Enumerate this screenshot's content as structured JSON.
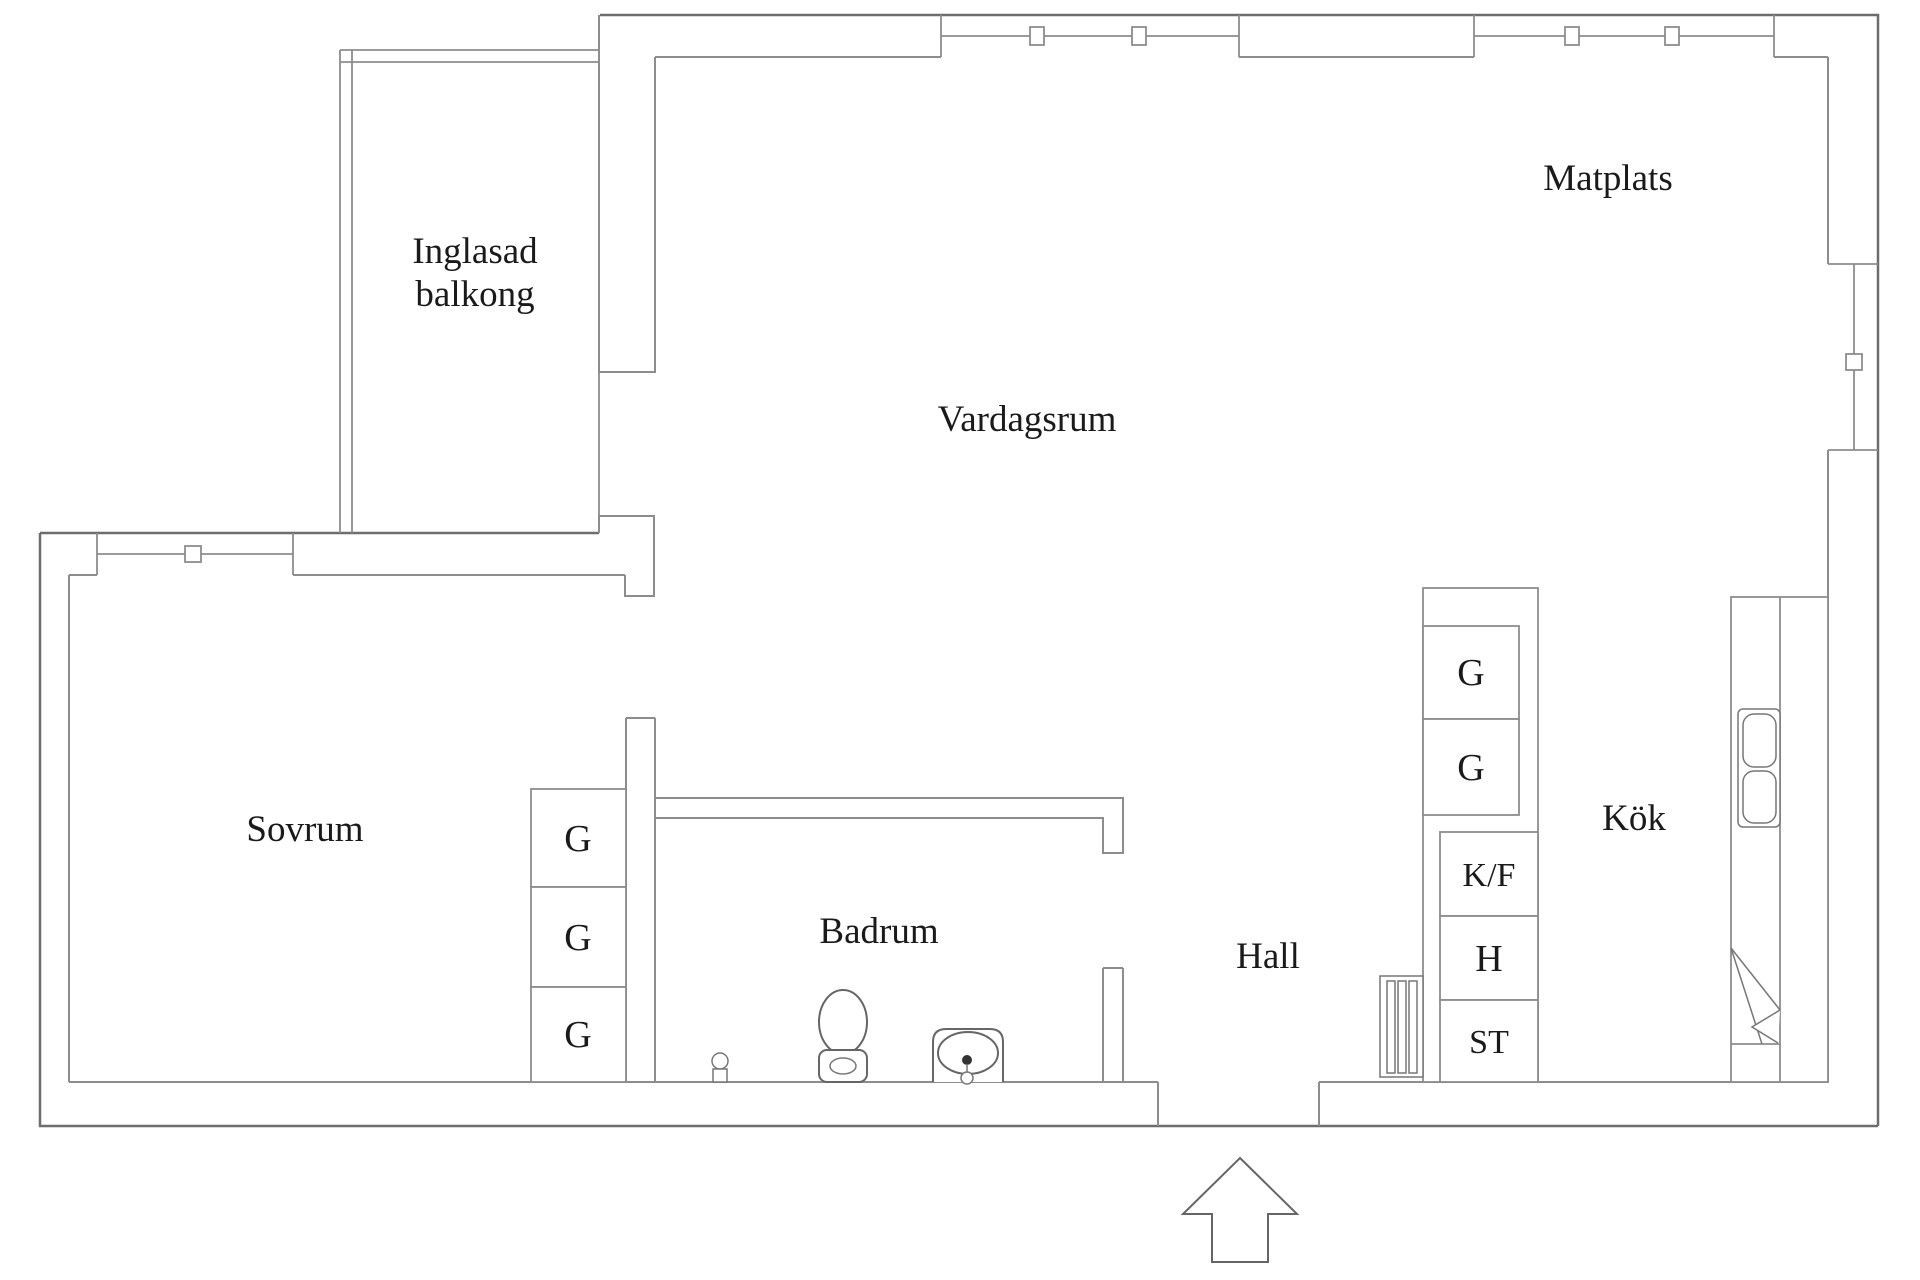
{
  "document": {
    "type": "apartment-floor-plan",
    "language": "Swedish"
  },
  "colors": {
    "background": "#ffffff",
    "outer_wall_line": "#6d6d6d",
    "inner_wall_line": "#8d8d8d",
    "fixture_line": "#666666",
    "text": "#1a1a1a"
  },
  "rooms": {
    "balcony": {
      "label_line1": "Inglasad",
      "label_line2": "balkong"
    },
    "living_room": {
      "label": "Vardagsrum"
    },
    "dining_area": {
      "label": "Matplats"
    },
    "bedroom": {
      "label": "Sovrum"
    },
    "bathroom": {
      "label": "Badrum"
    },
    "hall": {
      "label": "Hall"
    },
    "kitchen": {
      "label": "Kök"
    }
  },
  "closets": {
    "bedroom_column": [
      "G",
      "G",
      "G"
    ],
    "hall_column": [
      "G",
      "G",
      "K/F",
      "H",
      "ST"
    ]
  },
  "fixtures": {
    "bathroom": [
      "toilet",
      "washbasin",
      "floor-drain-tap"
    ],
    "kitchen": [
      "double-sink",
      "counter",
      "dishwasher"
    ],
    "hall": [
      "radiator"
    ]
  },
  "entrance": {
    "direction": "up"
  }
}
